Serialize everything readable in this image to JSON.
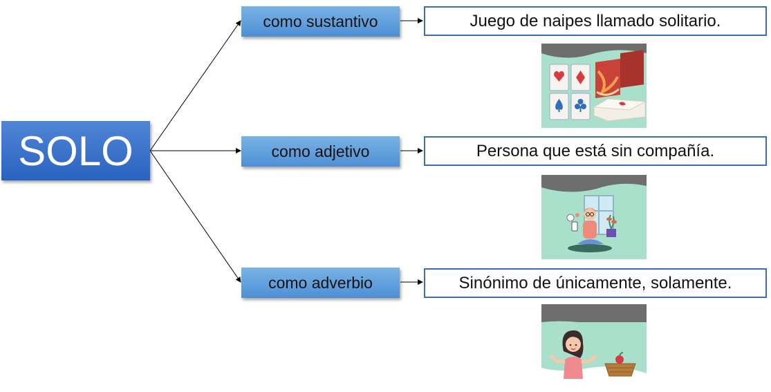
{
  "root": {
    "label": "SOLO"
  },
  "branches": [
    {
      "category": "como sustantivo",
      "definition": "Juego de naipes llamado solitario.",
      "illustration": "playing-cards-illustration"
    },
    {
      "category": "como adjetivo",
      "definition": "Persona que está sin compañía.",
      "illustration": "person-alone-illustration"
    },
    {
      "category": "como adverbio",
      "definition": "Sinónimo de únicamente, solamente.",
      "illustration": "girl-with-basket-illustration"
    }
  ],
  "colors": {
    "root_fill": "#2a62c0",
    "category_fill": "#5b9bd5",
    "definition_border": "#3b6bbd",
    "illustration_bg": "#a9e0cb",
    "illustration_band": "#6e6e6e"
  }
}
